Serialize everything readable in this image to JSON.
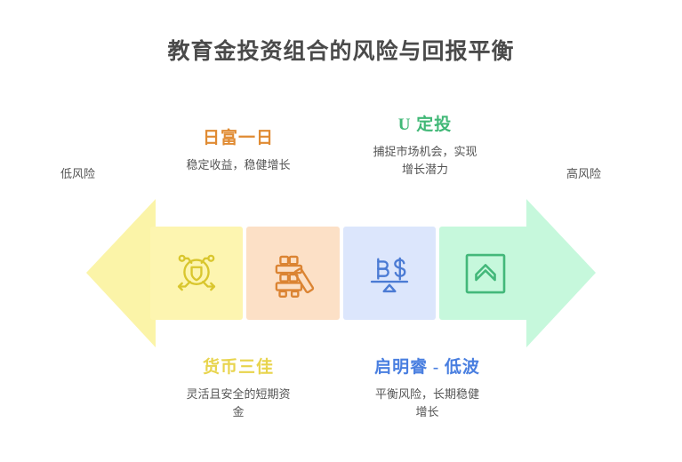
{
  "title": "教育金投资组合的风险与回报平衡",
  "axis": {
    "low_label": "低风险",
    "high_label": "高风险",
    "left_arrow_color": "#FBF4A8",
    "right_arrow_color": "#C6F8DC"
  },
  "products": [
    {
      "name": "货币三佳",
      "description": "灵活且安全的短期资金",
      "name_color": "#E8D44D",
      "box_color": "#FDF5B0",
      "icon": "shield-network-icon",
      "icon_color": "#D9C62E",
      "position": "bottom",
      "order": 1
    },
    {
      "name": "日富一日",
      "description": "稳定收益，稳健增长",
      "name_color": "#E08B33",
      "box_color": "#FCE0C6",
      "icon": "block-tower-icon",
      "icon_color": "#DB8433",
      "position": "top",
      "order": 2
    },
    {
      "name": "启明睿 - 低波",
      "description": "平衡风险，长期稳健增长",
      "name_color": "#4A7FE0",
      "box_color": "#DCE6FC",
      "icon": "balance-scale-icon",
      "icon_color": "#4B7BD4",
      "position": "bottom",
      "order": 3
    },
    {
      "name": "U 定投",
      "description": "捕捉市场机会，实现增长潜力",
      "name_color": "#41B877",
      "box_color": "#C6F8DC",
      "icon": "upward-chevron-icon",
      "icon_color": "#43B87A",
      "position": "top",
      "order": 4
    }
  ],
  "descriptions_wrapped": {
    "riyifuri": "稳定收益，稳健增长",
    "udingtou_line1": "捕捉市场机会，实现",
    "udingtou_line2": "增长潜力",
    "huobisanjia_line1": "灵活且安全的短期资",
    "huobisanjia_line2": "金",
    "qimingrui_line1": "平衡风险，长期稳健",
    "qimingrui_line2": "增长"
  }
}
